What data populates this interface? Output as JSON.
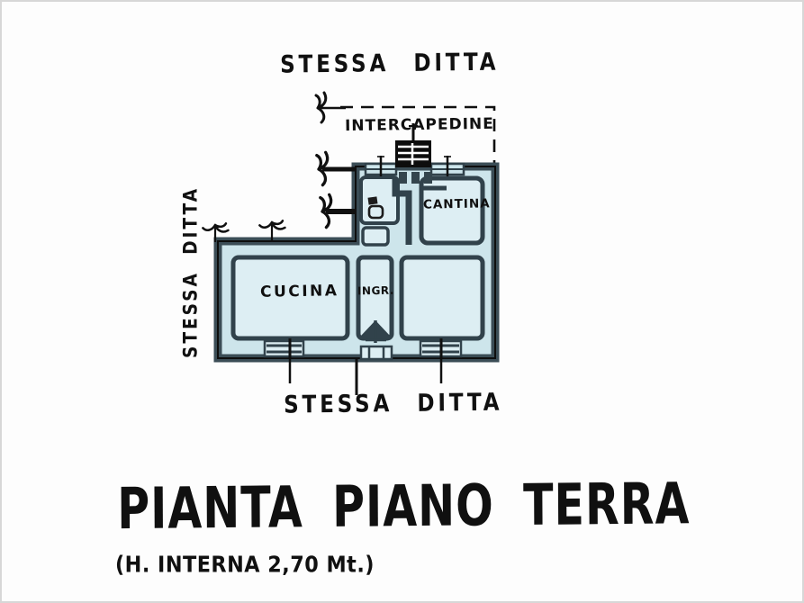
{
  "document": {
    "notes": {
      "top": "STESSA DITTA",
      "bottom": "STESSA DITTA",
      "left": "STESSA DITTA",
      "cavity": "INTERCAPEDINE"
    },
    "rooms": {
      "cantina": "CANTINA",
      "cucina": "CUCINA",
      "ingresso": "INGR."
    },
    "title": "PIANTA PIANO TERRA",
    "subtitle": "(H. INTERNA 2,70 Mt.)",
    "icons": {
      "wc": "toilet-plan-icon",
      "grate": "grate-hatch-icon",
      "vent_arrows": "hand-drawn-arrow-icon",
      "entrance": "door-swing-icon"
    },
    "colors": {
      "plan_fill": "#cde5eb",
      "room_fill": "#ddeef3",
      "wall": "#3b4d56",
      "wall_inner": "#31424b",
      "ink": "#101010"
    }
  }
}
